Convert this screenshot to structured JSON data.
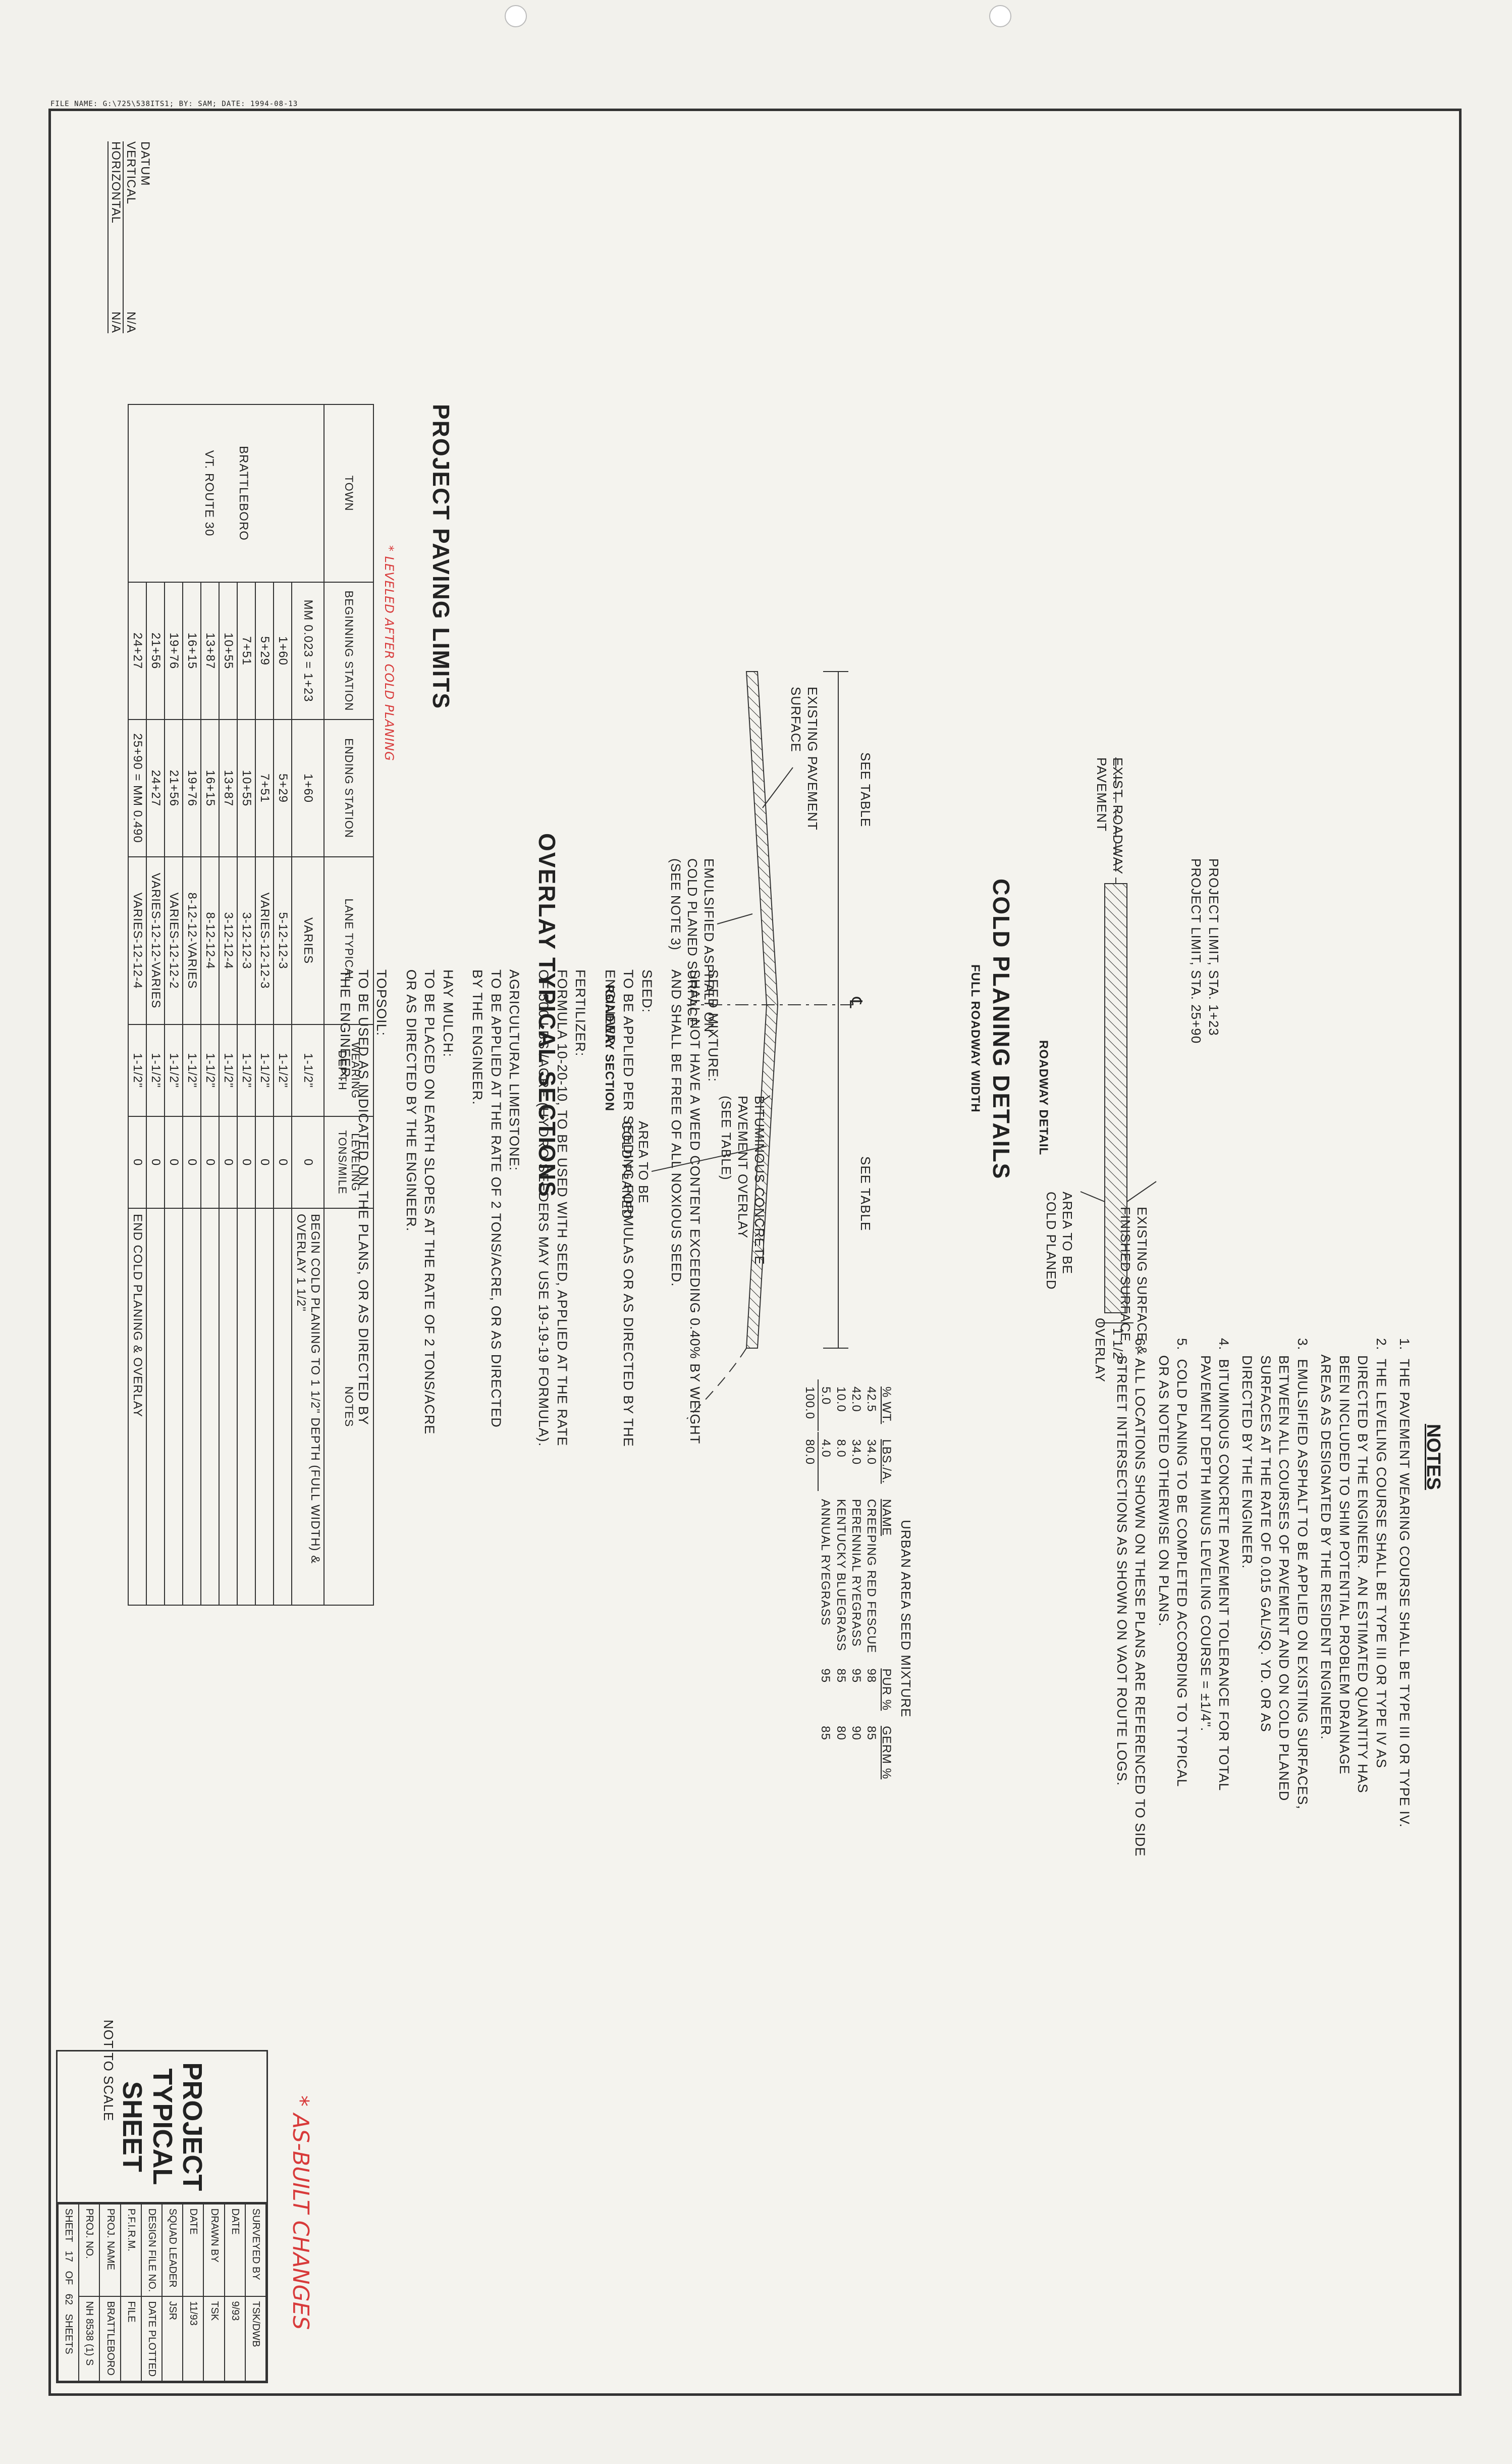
{
  "file_line": "FILE NAME: G:\\725\\538ITS1; BY: SAM; DATE: 1994-08-13",
  "datum": {
    "label": "DATUM",
    "vertical_label": "VERTICAL",
    "vertical_value": "N/A",
    "horizontal_label": "HORIZONTAL",
    "horizontal_value": "N/A"
  },
  "detail": {
    "limit1": "PROJECT LIMIT, STA. 1+23",
    "limit2": "PROJECT LIMIT, STA. 25+90",
    "exist_roadway": "EXIST. ROADWAY",
    "pavement": "PAVEMENT",
    "existing_surface": "EXISTING SURFACE &",
    "finished_surface": "FINISHED SURFACE",
    "area_to_be": "AREA TO BE",
    "cold_planed": "COLD PLANED",
    "overlay_dim": "1 1/2\"",
    "overlay": "OVERLAY",
    "roadway_detail": "ROADWAY DETAIL"
  },
  "cold_planing": {
    "title": "COLD PLANING DETAILS",
    "subtitle": "FULL ROADWAY WIDTH"
  },
  "section": {
    "see_table_left": "SEE TABLE",
    "see_table_right": "SEE TABLE",
    "centerline": "℄",
    "existing_pavement": "EXISTING PAVEMENT",
    "surface": "SURFACE",
    "emulsified1": "EMULSIFIED ASPHALT ON",
    "emulsified2": "COLD PLANED SURFACE",
    "emulsified3": "(SEE NOTE 3)",
    "bituminous1": "BITUMINOUS CONCRETE",
    "bituminous2": "PAVEMENT OVERLAY",
    "bituminous3": "(SEE TABLE)",
    "area1": "AREA TO BE",
    "area2": "COLD PLANED",
    "roadway_section": "ROADWAY SECTION"
  },
  "overlay_title": "OVERLAY TYPICAL SECTIONS",
  "paving": {
    "title": "PROJECT PAVING LIMITS",
    "annotation": "* LEVELED AFTER COLD PLANING",
    "headers": [
      "TOWN",
      "BEGINNING STATION",
      "ENDING STATION",
      "LANE TYPICAL",
      "WEARING DEPTH",
      "LEVELING TONS/MILE",
      "NOTES"
    ],
    "town1": "BRATTLEBORO",
    "town2": "VT. ROUTE 30",
    "rows": [
      [
        "MM 0.023 = 1+23",
        "1+60",
        "VARIES",
        "1-1/2\"",
        "0",
        "BEGIN COLD PLANING TO 1 1/2\" DEPTH (FULL WIDTH) & OVERLAY 1 1/2\""
      ],
      [
        "1+60",
        "5+29",
        "5-12-12-3",
        "1-1/2\"",
        "0",
        ""
      ],
      [
        "5+29",
        "7+51",
        "VARIES-12-12-3",
        "1-1/2\"",
        "0",
        ""
      ],
      [
        "7+51",
        "10+55",
        "3-12-12-3",
        "1-1/2\"",
        "0",
        ""
      ],
      [
        "10+55",
        "13+87",
        "3-12-12-4",
        "1-1/2\"",
        "0",
        ""
      ],
      [
        "13+87",
        "16+15",
        "8-12-12-4",
        "1-1/2\"",
        "0",
        ""
      ],
      [
        "16+15",
        "19+76",
        "8-12-12-VARIES",
        "1-1/2\"",
        "0",
        ""
      ],
      [
        "19+76",
        "21+56",
        "VARIES-12-12-2",
        "1-1/2\"",
        "0",
        ""
      ],
      [
        "21+56",
        "24+27",
        "VARIES-12-12-VARIES",
        "1-1/2\"",
        "0",
        ""
      ],
      [
        "24+27",
        "25+90 = MM 0.490",
        "VARIES-12-12-4",
        "1-1/2\"",
        "0",
        "END COLD PLANING & OVERLAY"
      ]
    ]
  },
  "notes": {
    "title": "NOTES",
    "items": [
      "1.  THE PAVEMENT WEARING COURSE SHALL BE TYPE III OR TYPE IV.",
      "2.  THE LEVELING COURSE SHALL BE TYPE III OR TYPE IV AS\n    DIRECTED BY THE ENGINEER.  AN ESTIMATED QUANTITY HAS\n    BEEN INCLUDED TO SHIM POTENTIAL PROBLEM DRAINAGE\n    AREAS AS DESIGNATED BY THE RESIDENT ENGINEER.",
      "3.  EMULSIFIED ASPHALT TO BE APPLIED ON EXISTING SURFACES,\n    BETWEEN ALL COURSES OF PAVEMENT AND ON COLD PLANED\n    SURFACES AT THE RATE OF 0.015 GAL/SQ. YD. OR AS\n    DIRECTED BY THE ENGINEER.",
      "4.  BITUMINOUS CONCRETE PAVEMENT TOLERANCE FOR TOTAL\n    PAVEMENT DEPTH MINUS LEVELING COURSE = ±1/4\".",
      "5.  COLD PLANING TO BE COMPLETED ACCORDING TO TYPICAL\n    OR AS NOTED OTHERWISE ON PLANS.",
      "6.  ALL LOCATIONS SHOWN ON THESE PLANS ARE REFERENCED TO SIDE\n    STREET INTERSECTIONS AS SHOWN ON VAOT ROUTE LOGS."
    ],
    "seed_title": "URBAN AREA SEED MIXTURE",
    "seed_headers": [
      "% WT.",
      "LBS./A.",
      "NAME",
      "PUR %",
      "GERM %"
    ],
    "seed_rows": [
      [
        "42.5",
        "34.0",
        "CREEPING RED FESCUE",
        "98",
        "85"
      ],
      [
        "42.0",
        "34.0",
        "PERENNIAL RYEGRASS",
        "95",
        "90"
      ],
      [
        "10.0",
        "8.0",
        "KENTUCKY BLUEGRASS",
        "85",
        "80"
      ],
      [
        "5.0",
        "4.0",
        "ANNUAL RYEGRASS",
        "95",
        "85"
      ]
    ],
    "seed_total": [
      "100.0",
      "80.0"
    ],
    "paragraphs": [
      "SEED MIXTURE:\nSHALL NOT HAVE A WEED CONTENT EXCEEDING 0.40% BY WEIGHT\nAND SHALL BE FREE OF ALL NOXIOUS SEED.",
      "SEED:\nTO BE APPLIED PER SEEDING FORMULAS OR AS DIRECTED BY THE\nENGINEER.",
      "FERTILIZER:\nFORMULA 10-20-10, TO BE USED WITH SEED, APPLIED AT THE RATE\nOF 500 LBS./ACRE (HYDRO SEEDERS MAY USE 19-19-19 FORMULA).",
      "AGRICULTURAL LIMESTONE:\nTO BE APPLIED AT THE RATE OF 2 TONS/ACRE, OR AS DIRECTED\nBY THE ENGINEER.",
      "HAY MULCH:\nTO BE PLACED ON EARTH SLOPES AT THE RATE OF 2 TONS/ACRE\nOR AS DIRECTED BY THE ENGINEER.",
      "TOPSOIL:\nTO BE USED AS INDICATED ON THE PLANS, OR AS DIRECTED BY\nTHE ENGINEER."
    ]
  },
  "not_to_scale": "NOT TO SCALE",
  "as_built": "* AS-BUILT CHANGES",
  "title_block": {
    "title1": "PROJECT",
    "title2": "TYPICAL",
    "title3": "SHEET",
    "surveyed_label": "SURVEYED BY",
    "surveyed": "TSK/DWB",
    "date1_label": "DATE",
    "date1": "9/93",
    "drawn_label": "DRAWN BY",
    "drawn": "TSK",
    "date2_label": "DATE",
    "date2": "11/93",
    "squad_label": "SQUAD LEADER",
    "squad": "JSR",
    "design_label": "DESIGN FILE NO.",
    "pfile_label": "P.F.I.R.M.",
    "pfile2_label": "FILE",
    "plotted_label": "DATE PLOTTED",
    "proj_name_label": "PROJ. NAME",
    "proj_name": "BRATTLEBORO",
    "proj_no_label": "PROJ. NO.",
    "proj_no": "NH 8538 (1) S",
    "sheet_label": "SHEET",
    "sheet_no": "17",
    "of_label": "OF",
    "sheet_total": "62",
    "sheets_label": "SHEETS"
  }
}
